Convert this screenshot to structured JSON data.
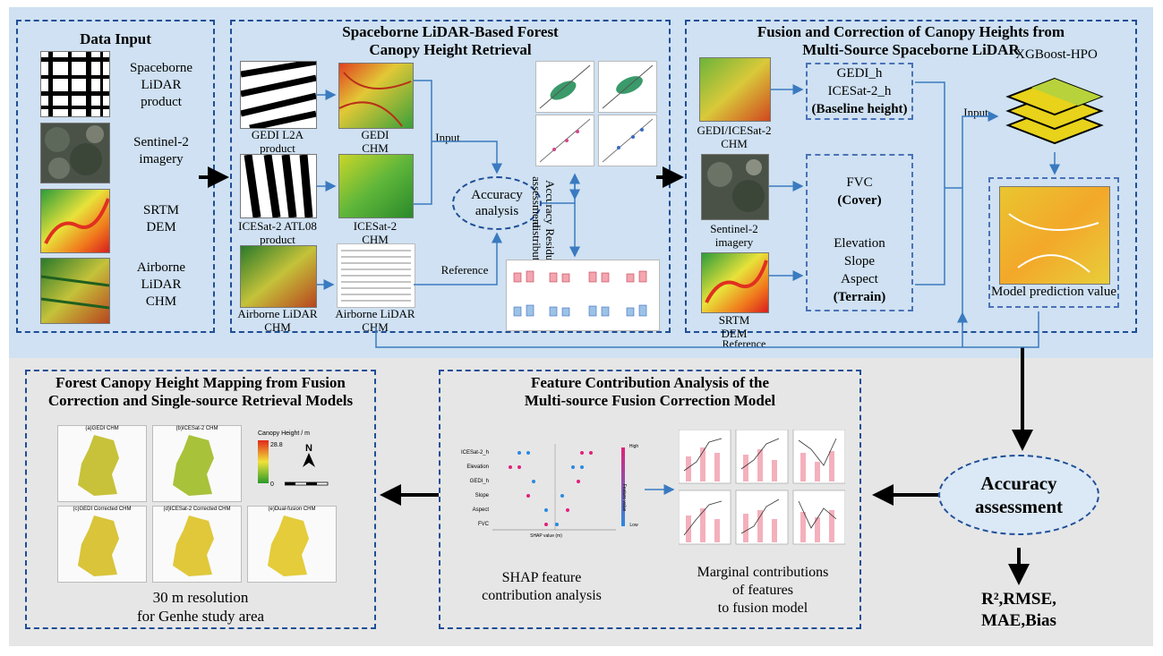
{
  "panels": {
    "data_input": {
      "title": "Data Input",
      "items": [
        {
          "line1": "Spaceborne",
          "line2": "LiDAR",
          "line3": "product"
        },
        {
          "line1": "Sentinel-2",
          "line2": "imagery",
          "line3": ""
        },
        {
          "line1": "SRTM",
          "line2": "DEM",
          "line3": ""
        },
        {
          "line1": "Airborne",
          "line2": "LiDAR",
          "line3": "CHM"
        }
      ]
    },
    "retrieval": {
      "title_line1": "Spaceborne LiDAR-Based Forest",
      "title_line2": "Canopy Height Retrieval",
      "gedi_l2a": {
        "line1": "GEDI L2A",
        "line2": "product"
      },
      "gedi_chm": {
        "line1": "GEDI",
        "line2": "CHM"
      },
      "icesat_atl08": {
        "line1": "ICESat-2 ATL08",
        "line2": "product"
      },
      "icesat_chm": {
        "line1": "ICESat-2",
        "line2": "CHM"
      },
      "airborne_chm": {
        "line1": "Airborne LiDAR",
        "line2": "CHM"
      },
      "airborne_table": {
        "line1": "Airborne LiDAR",
        "line2": "CHM"
      },
      "input_label": "Input",
      "reference_label": "Reference",
      "accuracy_analysis": {
        "line1": "Accuracy",
        "line2": "analysis"
      },
      "accuracy_assessment_label": "Accuracy assessment",
      "residual_label": "Residual distribution"
    },
    "fusion": {
      "title_line1": "Fusion and Correction of Canopy Heights from",
      "title_line2": "Multi-Source Spaceborne LiDAR",
      "gedi_icesat_chm": {
        "line1": "GEDI/ICESat-2",
        "line2": "CHM"
      },
      "sentinel": {
        "line1": "Sentinel-2",
        "line2": "imagery"
      },
      "srtm": {
        "line1": "SRTM",
        "line2": "DEM"
      },
      "box1": {
        "line1": "GEDI_h",
        "line2": "ICESat-2_h",
        "line3": "(Baseline height)"
      },
      "box2": {
        "line1": "FVC",
        "line2": "(Cover)"
      },
      "box3": {
        "line1": "Elevation",
        "line2": "Slope",
        "line3": "Aspect",
        "line4": "(Terrain)"
      },
      "input_label": "Input",
      "model_name": "XGBoost-HPO",
      "prediction_label": "Model prediction value"
    },
    "mapping": {
      "title_line1": "Forest Canopy Height Mapping from Fusion",
      "title_line2": "Correction and Single-source Retrieval Models",
      "map_titles": [
        "(a)GEDI CHM",
        "(b)ICESat-2 CHM",
        "(c)GEDI Corrected CHM",
        "(d)ICESat-2 Corrected CHM",
        "(e)Dual-fusion CHM"
      ],
      "legend_title": "Canopy Height / m",
      "legend_max": "28.8",
      "legend_min": "0",
      "north": "N",
      "caption_line1": "30 m resolution",
      "caption_line2": "for Genhe study area"
    },
    "feature": {
      "title_line1": "Feature Contribution Analysis of the",
      "title_line2": "Multi-source Fusion Correction Model",
      "shap_features": [
        "ICESat-2_h",
        "Elevation",
        "GEDI_h",
        "Slope",
        "Aspect",
        "FVC"
      ],
      "shap_xlabel": "SHAP value (m)",
      "shap_high": "High",
      "shap_low": "Low",
      "shap_feature_value": "Feature value",
      "shap_caption_line1": "SHAP feature",
      "shap_caption_line2": "contribution analysis",
      "marginal_line1": "Marginal contributions",
      "marginal_line2": "of features",
      "marginal_line3": "to fusion model"
    }
  },
  "links": {
    "reference_label": "Reference"
  },
  "assessment": {
    "line1": "Accuracy",
    "line2": "assessment",
    "metrics_line1": "R²,RMSE,",
    "metrics_line2": "MAE,Bias"
  },
  "colors": {
    "panel_border": "#1f4e96",
    "top_background": "#cfe1f2",
    "bottom_background": "#e6e6e6",
    "arrow_blue": "#3a7ac0",
    "xgb_layer": "#e8d21a"
  }
}
